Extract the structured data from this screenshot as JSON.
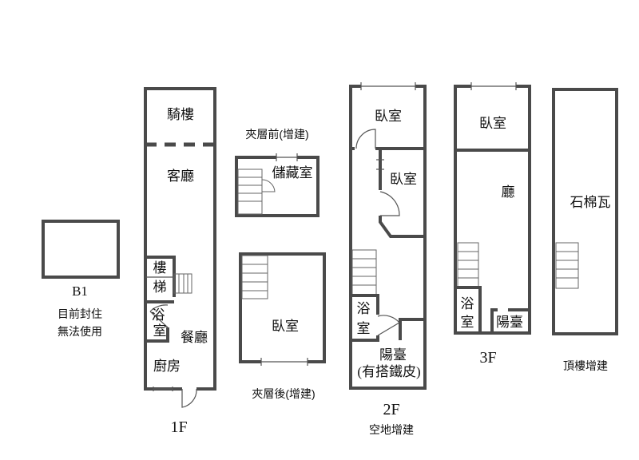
{
  "b1": {
    "label": "B1",
    "note_line1": "目前封住",
    "note_line2": "無法使用"
  },
  "f1": {
    "caption": "1F",
    "rooms": {
      "arcade": "騎樓",
      "living": "客廳",
      "stair_a": "樓",
      "stair_b": "梯",
      "bath_a": "浴",
      "bath_b": "室",
      "dining": "餐廳",
      "kitchen": "廚房"
    }
  },
  "mezz_front": {
    "title": "夾層前(增建)",
    "storage": "儲藏室"
  },
  "mezz_back": {
    "title": "夾層後(增建)",
    "bedroom": "臥室"
  },
  "f2": {
    "caption": "2F",
    "note": "空地增建",
    "rooms": {
      "bedroom_front": "臥室",
      "bedroom_middle": "臥室",
      "bath_a": "浴",
      "bath_b": "室",
      "balcony": "陽臺",
      "balcony_note": "(有搭鐵皮)"
    }
  },
  "f3": {
    "caption": "3F",
    "rooms": {
      "bedroom": "臥室",
      "hall": "廳",
      "bath_a": "浴",
      "bath_b": "室",
      "balcony": "陽臺"
    }
  },
  "roof": {
    "title": "頂樓增建",
    "material": "石棉瓦"
  }
}
